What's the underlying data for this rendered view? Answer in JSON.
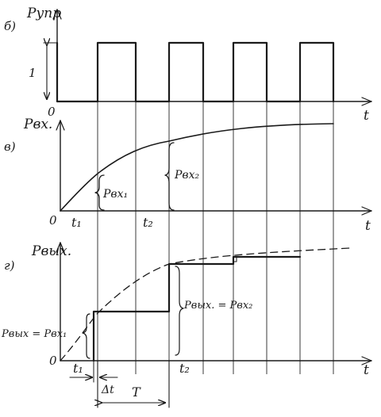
{
  "panel_b": {
    "tag": "б)",
    "y_label": "Pупр",
    "y_level": "1",
    "origin": "0",
    "x_label": "t"
  },
  "panel_v": {
    "tag": "в)",
    "y_label": "Pвх.",
    "origin": "0",
    "x_label": "t",
    "t1": "t₁",
    "t2": "t₂",
    "p1": "Pвх₁",
    "p2": "Pвх₂"
  },
  "panel_g": {
    "tag": "г)",
    "y_label": "Pвых.",
    "origin": "0",
    "x_label": "t",
    "t1": "t₁",
    "t2": "t₂",
    "eq1": "Pвых = Pвх₁",
    "eq2": "Pвых. = Pвх₂",
    "dt": "Δt",
    "period": "T"
  }
}
